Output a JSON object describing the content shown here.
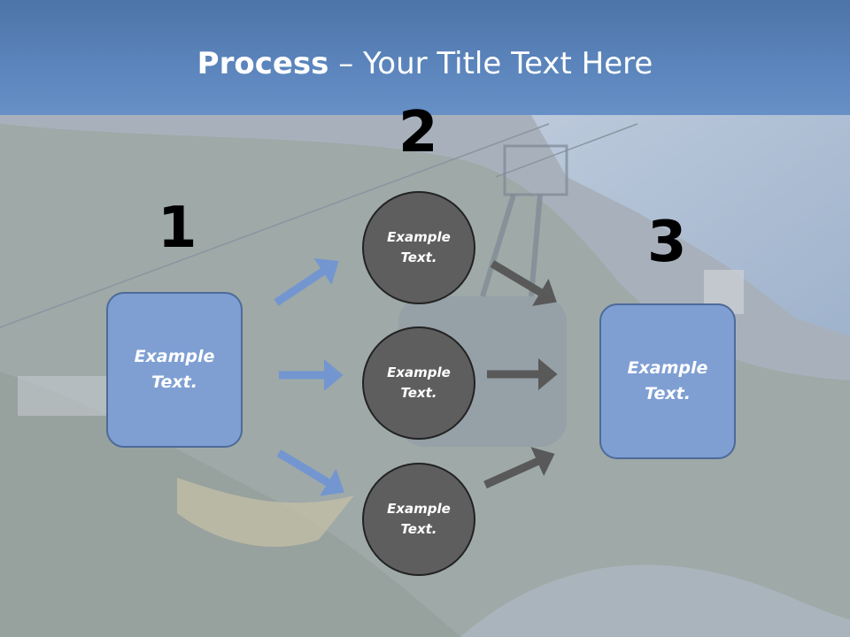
{
  "title": {
    "bold": "Process",
    "separator": " – ",
    "rest": "Your Title Text Here"
  },
  "numbers": [
    "1",
    "2",
    "3"
  ],
  "left_box": {
    "text": "Example\nText."
  },
  "right_box": {
    "text": "Example\nText."
  },
  "circles": [
    {
      "text": "Example\nText."
    },
    {
      "text": "Example\nText."
    },
    {
      "text": "Example\nText."
    }
  ],
  "colors": {
    "header": "#5a84bb",
    "box_fill": "#7f9fd3",
    "circle_fill": "#5e5e5e",
    "blue_arrow": "#7396d0",
    "gray_arrow": "#595959"
  }
}
